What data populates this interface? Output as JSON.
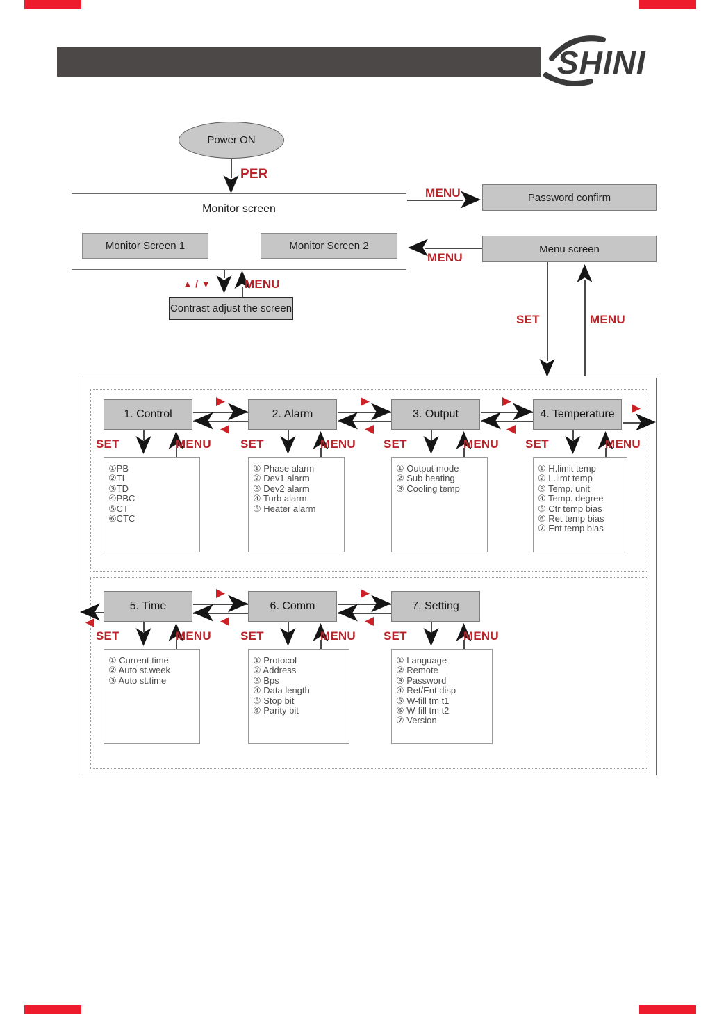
{
  "header": {
    "logo": "SHINI"
  },
  "labels": {
    "set": "SET",
    "menu": "MENU",
    "per": "PER",
    "updown": "▲ / ▼"
  },
  "flow": {
    "power_on": "Power ON",
    "monitor_title": "Monitor screen",
    "monitor_screen_1": "Monitor Screen 1",
    "monitor_screen_2": "Monitor Screen 2",
    "password_confirm": "Password confirm",
    "menu_screen": "Menu screen",
    "contrast_adjust": "Contrast adjust the screen"
  },
  "menus": [
    {
      "title": "1. Control",
      "items": [
        "①PB",
        "②TI",
        "③TD",
        "④PBC",
        "⑤CT",
        "⑥CTC"
      ]
    },
    {
      "title": "2. Alarm",
      "items": [
        "① Phase alarm",
        "② Dev1 alarm",
        "③ Dev2 alarm",
        "④ Turb alarm",
        "⑤ Heater alarm"
      ]
    },
    {
      "title": "3. Output",
      "items": [
        "① Output mode",
        "② Sub heating",
        "③ Cooling temp"
      ]
    },
    {
      "title": "4. Temperature",
      "items": [
        "① H.limit temp",
        "② L.limt temp",
        "③ Temp. unit",
        "④ Temp. degree",
        "⑤ Ctr temp bias",
        "⑥ Ret temp bias",
        "⑦ Ent temp bias"
      ]
    },
    {
      "title": "5. Time",
      "items": [
        "① Current time",
        "② Auto st.week",
        "③ Auto st.time"
      ]
    },
    {
      "title": "6. Comm",
      "items": [
        "① Protocol",
        "② Address",
        "③ Bps",
        "④ Data length",
        "⑤ Stop bit",
        "⑥ Parity bit"
      ]
    },
    {
      "title": "7. Setting",
      "items": [
        "① Language",
        "② Remote",
        "③ Password",
        "④ Ret/Ent disp",
        "⑤ W-fill tm t1",
        "⑥ W-fill tm t2",
        "⑦ Version"
      ]
    }
  ],
  "colors": {
    "red_label": "#b8242a",
    "red_triangle": "#cc2127",
    "node_gray": "#c6c6c6",
    "header_bar": "#4b4847",
    "crop_mark": "#ee1b2d"
  }
}
